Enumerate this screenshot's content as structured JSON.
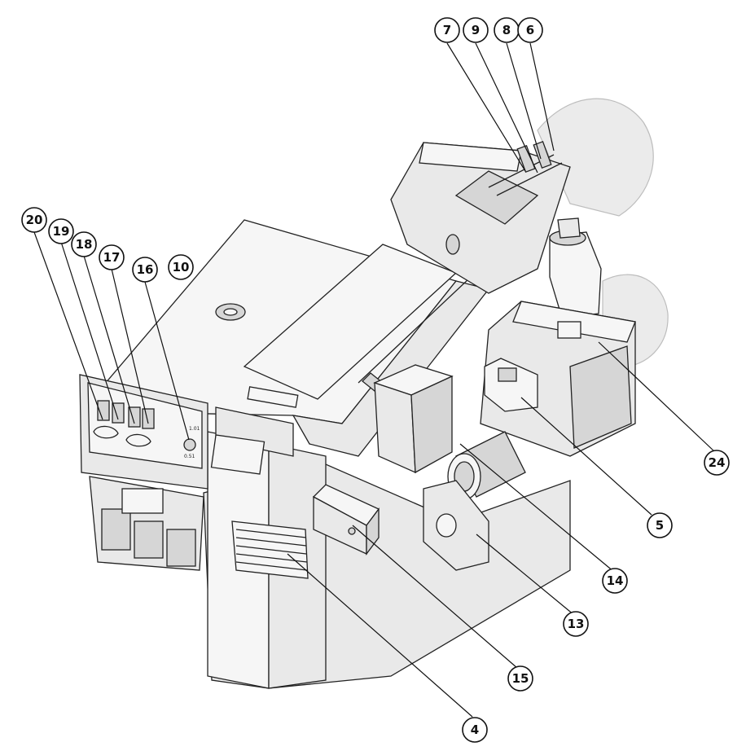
{
  "callouts": [
    {
      "id": "c20",
      "label": "20"
    },
    {
      "id": "c19",
      "label": "19"
    },
    {
      "id": "c18",
      "label": "18"
    },
    {
      "id": "c17",
      "label": "17"
    },
    {
      "id": "c16",
      "label": "16"
    },
    {
      "id": "c10",
      "label": "10"
    },
    {
      "id": "c7",
      "label": "7"
    },
    {
      "id": "c9",
      "label": "9"
    },
    {
      "id": "c8",
      "label": "8"
    },
    {
      "id": "c6",
      "label": "6"
    },
    {
      "id": "c24",
      "label": "24"
    },
    {
      "id": "c5",
      "label": "5"
    },
    {
      "id": "c14",
      "label": "14"
    },
    {
      "id": "c13",
      "label": "13"
    },
    {
      "id": "c15",
      "label": "15"
    },
    {
      "id": "c4",
      "label": "4"
    }
  ],
  "panel_marks": {
    "mark_a": "1.01",
    "mark_b": "0.51"
  }
}
